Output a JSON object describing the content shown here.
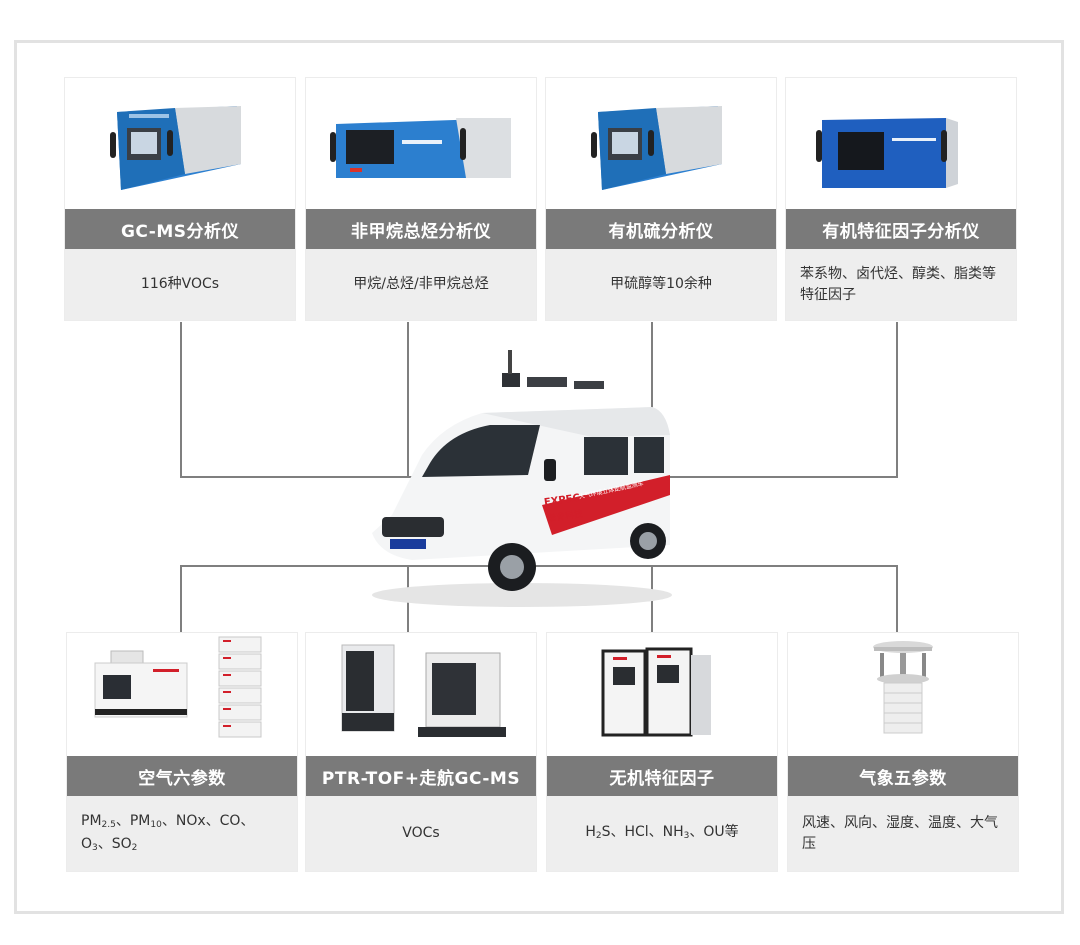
{
  "top_cards": [
    {
      "title": "GC-MS分析仪",
      "desc": "116种VOCs"
    },
    {
      "title": "非甲烷总烃分析仪",
      "desc": "甲烷/总烃/非甲烷总烃"
    },
    {
      "title": "有机硫分析仪",
      "desc": "甲硫醇等10余种"
    },
    {
      "title": "有机特征因子分析仪",
      "desc": "苯系物、卤代烃、醇类、脂类等特征因子"
    }
  ],
  "bottom_cards": [
    {
      "title": "空气六参数",
      "desc": {
        "pm25_base": "PM",
        "pm25_sub": "2.5",
        "sep1": "、",
        "pm10_base": "PM",
        "pm10_sub": "10",
        "rest_line1": "、NOx、CO、",
        "o3_base": "O",
        "o3_sub": "3",
        "sep2": "、",
        "so2_base": "SO",
        "so2_sub": "2"
      }
    },
    {
      "title": "PTR-TOF+走航GC-MS",
      "desc": "VOCs"
    },
    {
      "title": "无机特征因子",
      "desc": {
        "h2s_base": "H",
        "h2s_sub": "2",
        "h2s_rest": "S、HCl、NH",
        "nh3_sub": "3",
        "tail": "、OU等"
      }
    },
    {
      "title": "气象五参数",
      "desc": "风速、风向、湿度、温度、大气压"
    }
  ],
  "vehicle": {
    "brand_label": "EXPEC",
    "company_label": "谱育科技",
    "stripe_label": "大气环境立体走航监测车"
  },
  "colors": {
    "title_bar": "#7a7a7a",
    "desc_bg": "#eeeeee",
    "connector": "#7f7f7f",
    "instrument_blue": "#1f6fb8",
    "accent_red": "#d21f2a"
  }
}
